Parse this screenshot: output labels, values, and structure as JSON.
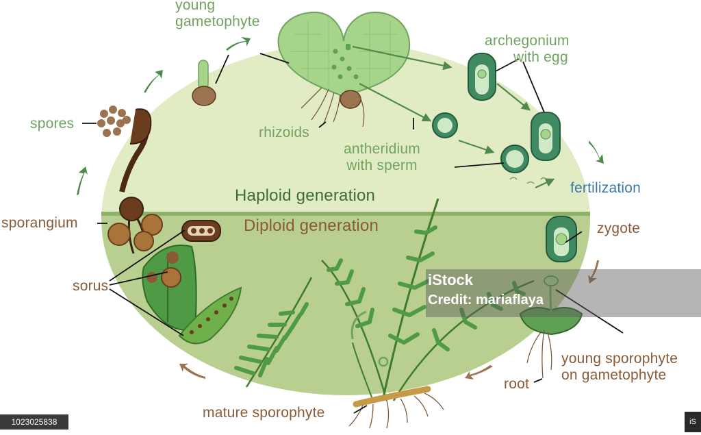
{
  "labels": {
    "young_gametophyte": [
      "young",
      "gametophyte"
    ],
    "archegonium": [
      "archegonium",
      "with egg"
    ],
    "spores": "spores",
    "rhizoids": "rhizoids",
    "antheridium": [
      "antheridium",
      "with sperm"
    ],
    "fertilization": "fertilization",
    "haploid": "Haploid generation",
    "diploid": "Diploid generation",
    "sporangium": "sporangium",
    "zygote": "zygote",
    "sorus": "sorus",
    "young_sporophyte": [
      "young sporophyte",
      "on gametophyte"
    ],
    "root": "root",
    "mature_sporophyte": "mature sporophyte"
  },
  "watermark": {
    "brand": "iStock",
    "credit": "Credit: mariaflaya",
    "id": "1023025838",
    "logo": "iS"
  },
  "colors": {
    "haploid_fill": "#e2ecc4",
    "diploid_fill": "#b8cf8f",
    "divider": "#8fb16a",
    "label_green": "#6fa35f",
    "label_brown": "#8a5a37",
    "label_blue": "#3a78a8",
    "leaf_dark": "#3f7a2e",
    "leaf_light": "#7db84f",
    "brown": "#6b3d1f"
  }
}
